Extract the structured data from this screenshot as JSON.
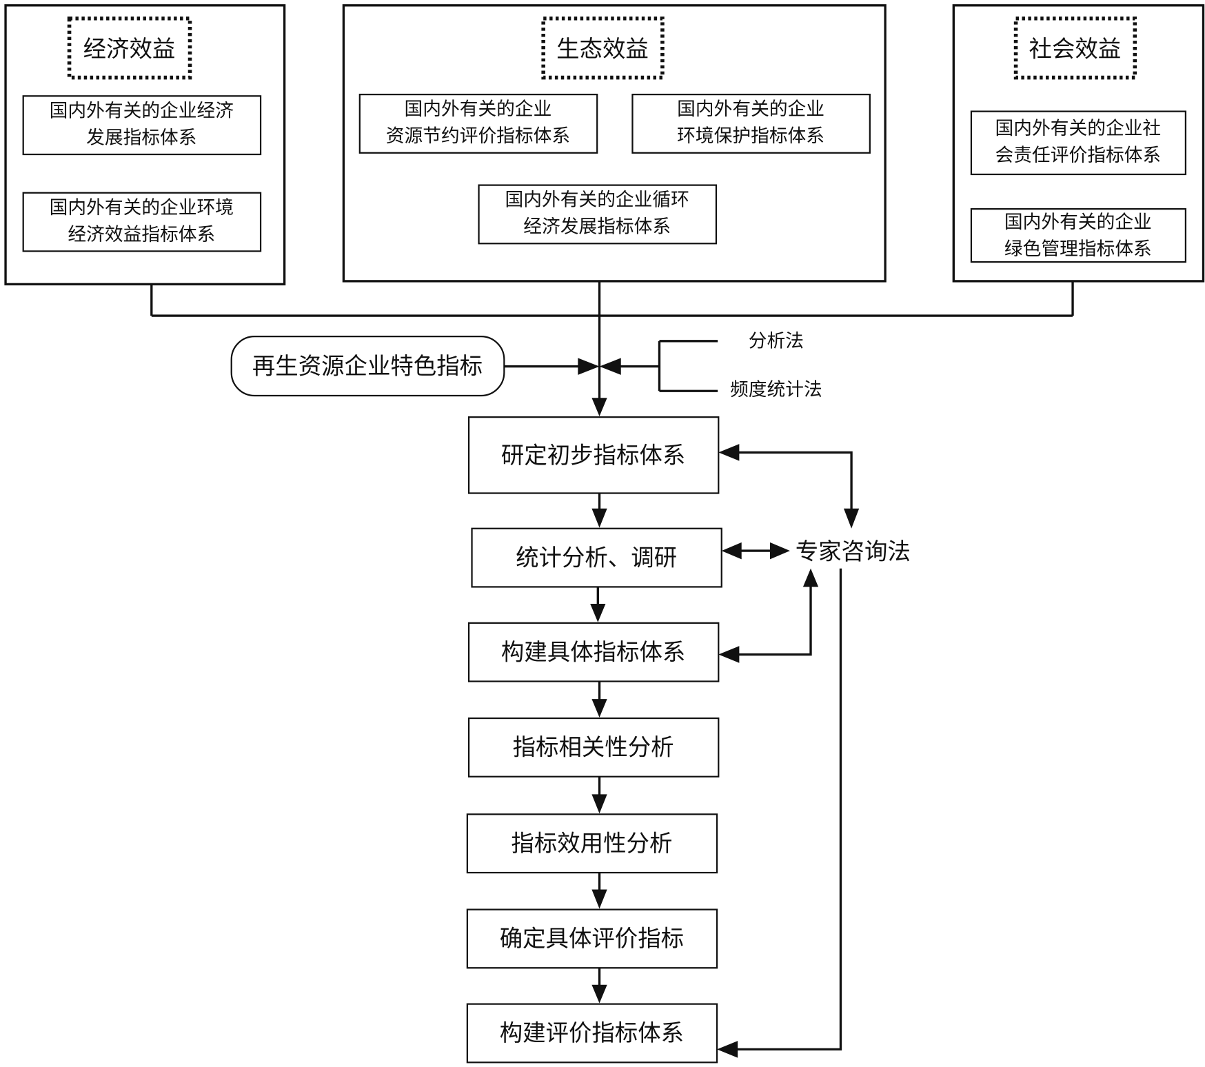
{
  "diagram": {
    "sources": [
      {
        "title": "经济效益",
        "items": [
          "国内外有关的企业经济|发展指标体系",
          "国内外有关的企业环境|经济效益指标体系"
        ]
      },
      {
        "title": "生态效益",
        "items": [
          "国内外有关的企业|资源节约评价指标体系",
          "国内外有关的企业|环境保护指标体系",
          "国内外有关的企业循环|经济发展指标体系"
        ]
      },
      {
        "title": "社会效益",
        "items": [
          "国内外有关的企业社|会责任评价指标体系",
          "国内外有关的企业|绿色管理指标体系"
        ]
      }
    ],
    "special_indicator": "再生资源企业特色指标",
    "methods": [
      "分析法",
      "频度统计法"
    ],
    "steps": [
      "研定初步指标体系",
      "统计分析、调研",
      "构建具体指标体系",
      "指标相关性分析",
      "指标效用性分析",
      "确定具体评价指标",
      "构建评价指标体系"
    ],
    "expert_method": "专家咨询法"
  }
}
